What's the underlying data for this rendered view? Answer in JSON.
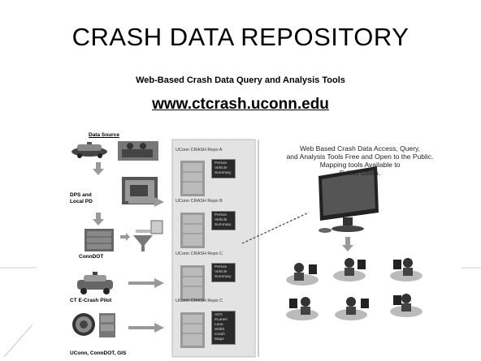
{
  "slide": {
    "title": "CRASH DATA REPOSITORY",
    "subtitle": "Web-Based Crash Data Query and Analysis Tools",
    "url": "www.ctcrash.uconn.edu"
  },
  "diagram": {
    "data_source_label": "Data Source",
    "sources": [
      {
        "label": "DPS and\nLocal PD",
        "icon": "police-car-icon"
      },
      {
        "label": "ConnDOT",
        "icon": "server-icon"
      },
      {
        "label": "CT E-Crash Pilot",
        "icon": "police-car-icon"
      },
      {
        "label": "UConn, ConnDOT, GIS",
        "icon": "seal-icon"
      }
    ],
    "repos": [
      {
        "label": "UConn CRASH Repo A",
        "card": "Person\nVehicle\nSummary"
      },
      {
        "label": "UConn CRASH Repo B",
        "card": "Person\nVehicle\nSummary"
      },
      {
        "label": "UConn CRASH Repo C",
        "card": "Person\nVehicle\nSummary"
      },
      {
        "label": "UConn CRASH Repo C",
        "card": "ADT,\n#Lanes\nLane Width\nCrash Maps"
      }
    ],
    "right_text": "Web Based Crash Data Access, Query,\nand Analysis Tools Free and Open to the Public.\nMapping tools Available to\nSelect Users."
  }
}
